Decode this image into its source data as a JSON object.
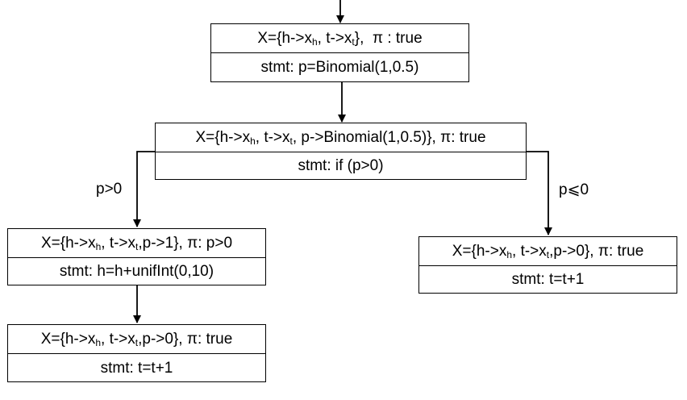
{
  "nodes": [
    {
      "id": "n1",
      "state_parts": [
        {
          "t": "X={h->x"
        },
        {
          "t": "h",
          "sub": true
        },
        {
          "t": ", t->x"
        },
        {
          "t": "t",
          "sub": true
        },
        {
          "t": "},  π : true"
        }
      ],
      "stmt": "stmt: p=Binomial(1,0.5)"
    },
    {
      "id": "n2",
      "state_parts": [
        {
          "t": "X={h->x"
        },
        {
          "t": "h",
          "sub": true
        },
        {
          "t": ", t->x"
        },
        {
          "t": "t",
          "sub": true
        },
        {
          "t": ", p->Binomial(1,0.5)}, π: true"
        }
      ],
      "stmt": "stmt: if (p>0)"
    },
    {
      "id": "n3",
      "state_parts": [
        {
          "t": "X={h->x"
        },
        {
          "t": "h",
          "sub": true
        },
        {
          "t": ", t->x"
        },
        {
          "t": "t",
          "sub": true
        },
        {
          "t": ",p->1}, π: p>0"
        }
      ],
      "stmt": "stmt: h=h+unifInt(0,10)"
    },
    {
      "id": "n4",
      "state_parts": [
        {
          "t": "X={h->x"
        },
        {
          "t": "h",
          "sub": true
        },
        {
          "t": ", t->x"
        },
        {
          "t": "t",
          "sub": true
        },
        {
          "t": ",p->0}, π: true"
        }
      ],
      "stmt": "stmt: t=t+1"
    },
    {
      "id": "n5",
      "state_parts": [
        {
          "t": "X={h->x"
        },
        {
          "t": "h",
          "sub": true
        },
        {
          "t": ", t->x"
        },
        {
          "t": "t",
          "sub": true
        },
        {
          "t": ",p->0}, π: true"
        }
      ],
      "stmt": "stmt: t=t+1"
    }
  ],
  "edge_labels": {
    "true_branch": "p>0",
    "false_branch": "p⩽0"
  }
}
